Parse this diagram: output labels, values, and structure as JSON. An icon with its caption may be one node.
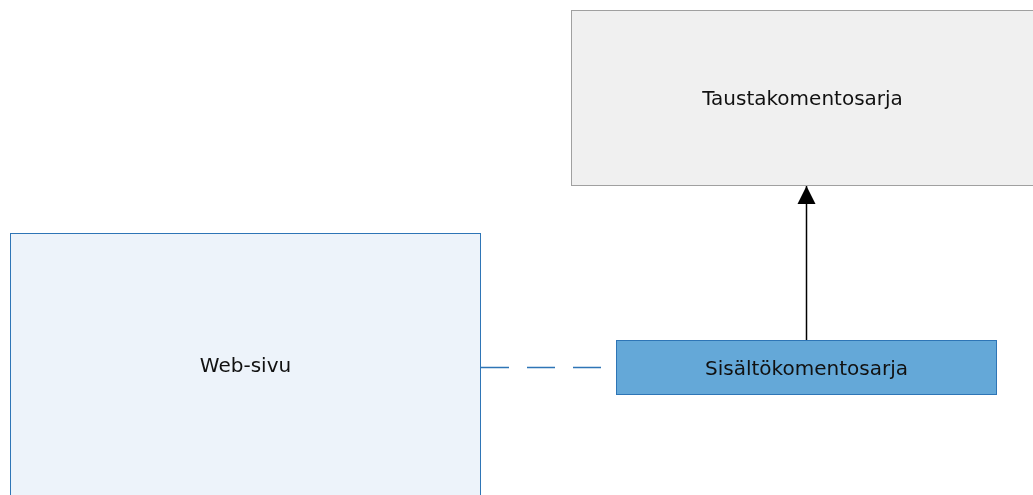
{
  "diagram": {
    "nodes": [
      {
        "text": [
          "Taustakomentosarja"
        ]
      },
      {
        "text": [
          "Web-sivu"
        ]
      },
      {
        "text": [
          "Sisältökomentosarja"
        ]
      }
    ],
    "edges": [
      {
        "from": 2,
        "to": 0,
        "arrow": "to"
      },
      {
        "from": 1,
        "to": 2,
        "arrow": "none",
        "style": "dashed",
        "color": "#2e75b6"
      }
    ]
  }
}
